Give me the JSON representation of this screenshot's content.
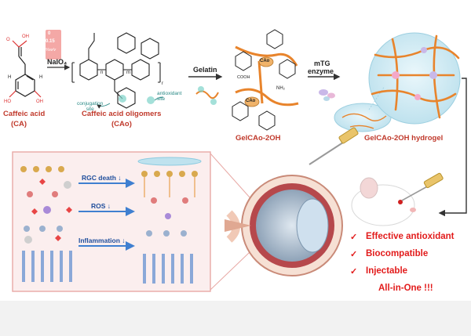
{
  "top": {
    "ca_label": "Caffeic acid",
    "ca_abbrev": "(CA)",
    "cao_label": "Caffeic acid oligomers",
    "cao_abbrev": "(CAo)",
    "gelcao_label": "GelCAo-2OH",
    "hydrogel_label": "GelCAo-2OH hydrogel",
    "reagent_naio4": "NaIO₄",
    "naio4_ratios": [
      "0",
      "0.15",
      "%w/v"
    ],
    "gelatin": "Gelatin",
    "mtg_line1": "mTG",
    "mtg_line2": "enzyme",
    "conjugation_site": "conjugation\nsite",
    "antioxidant_site": "antioxidant\nsite",
    "cao_badge": "CAo",
    "nh2": "NH₂",
    "cooh": "COOH",
    "subscripts": [
      "n",
      "m",
      "r"
    ]
  },
  "retina": {
    "effects": [
      "RGC death ↓",
      "ROS ↓",
      "Inflammation ↓"
    ]
  },
  "benefits": [
    "Effective antioxidant",
    "Biocompatible",
    "Injectable",
    "All-in-One !!!"
  ],
  "colors": {
    "red_text": "#c0392b",
    "benefit_red": "#e21b1b",
    "side_blue": "#1f4e9c",
    "inset_border": "#e8a9a5",
    "gel_orange": "#e8842c",
    "site_teal": "#7ed3c9"
  }
}
